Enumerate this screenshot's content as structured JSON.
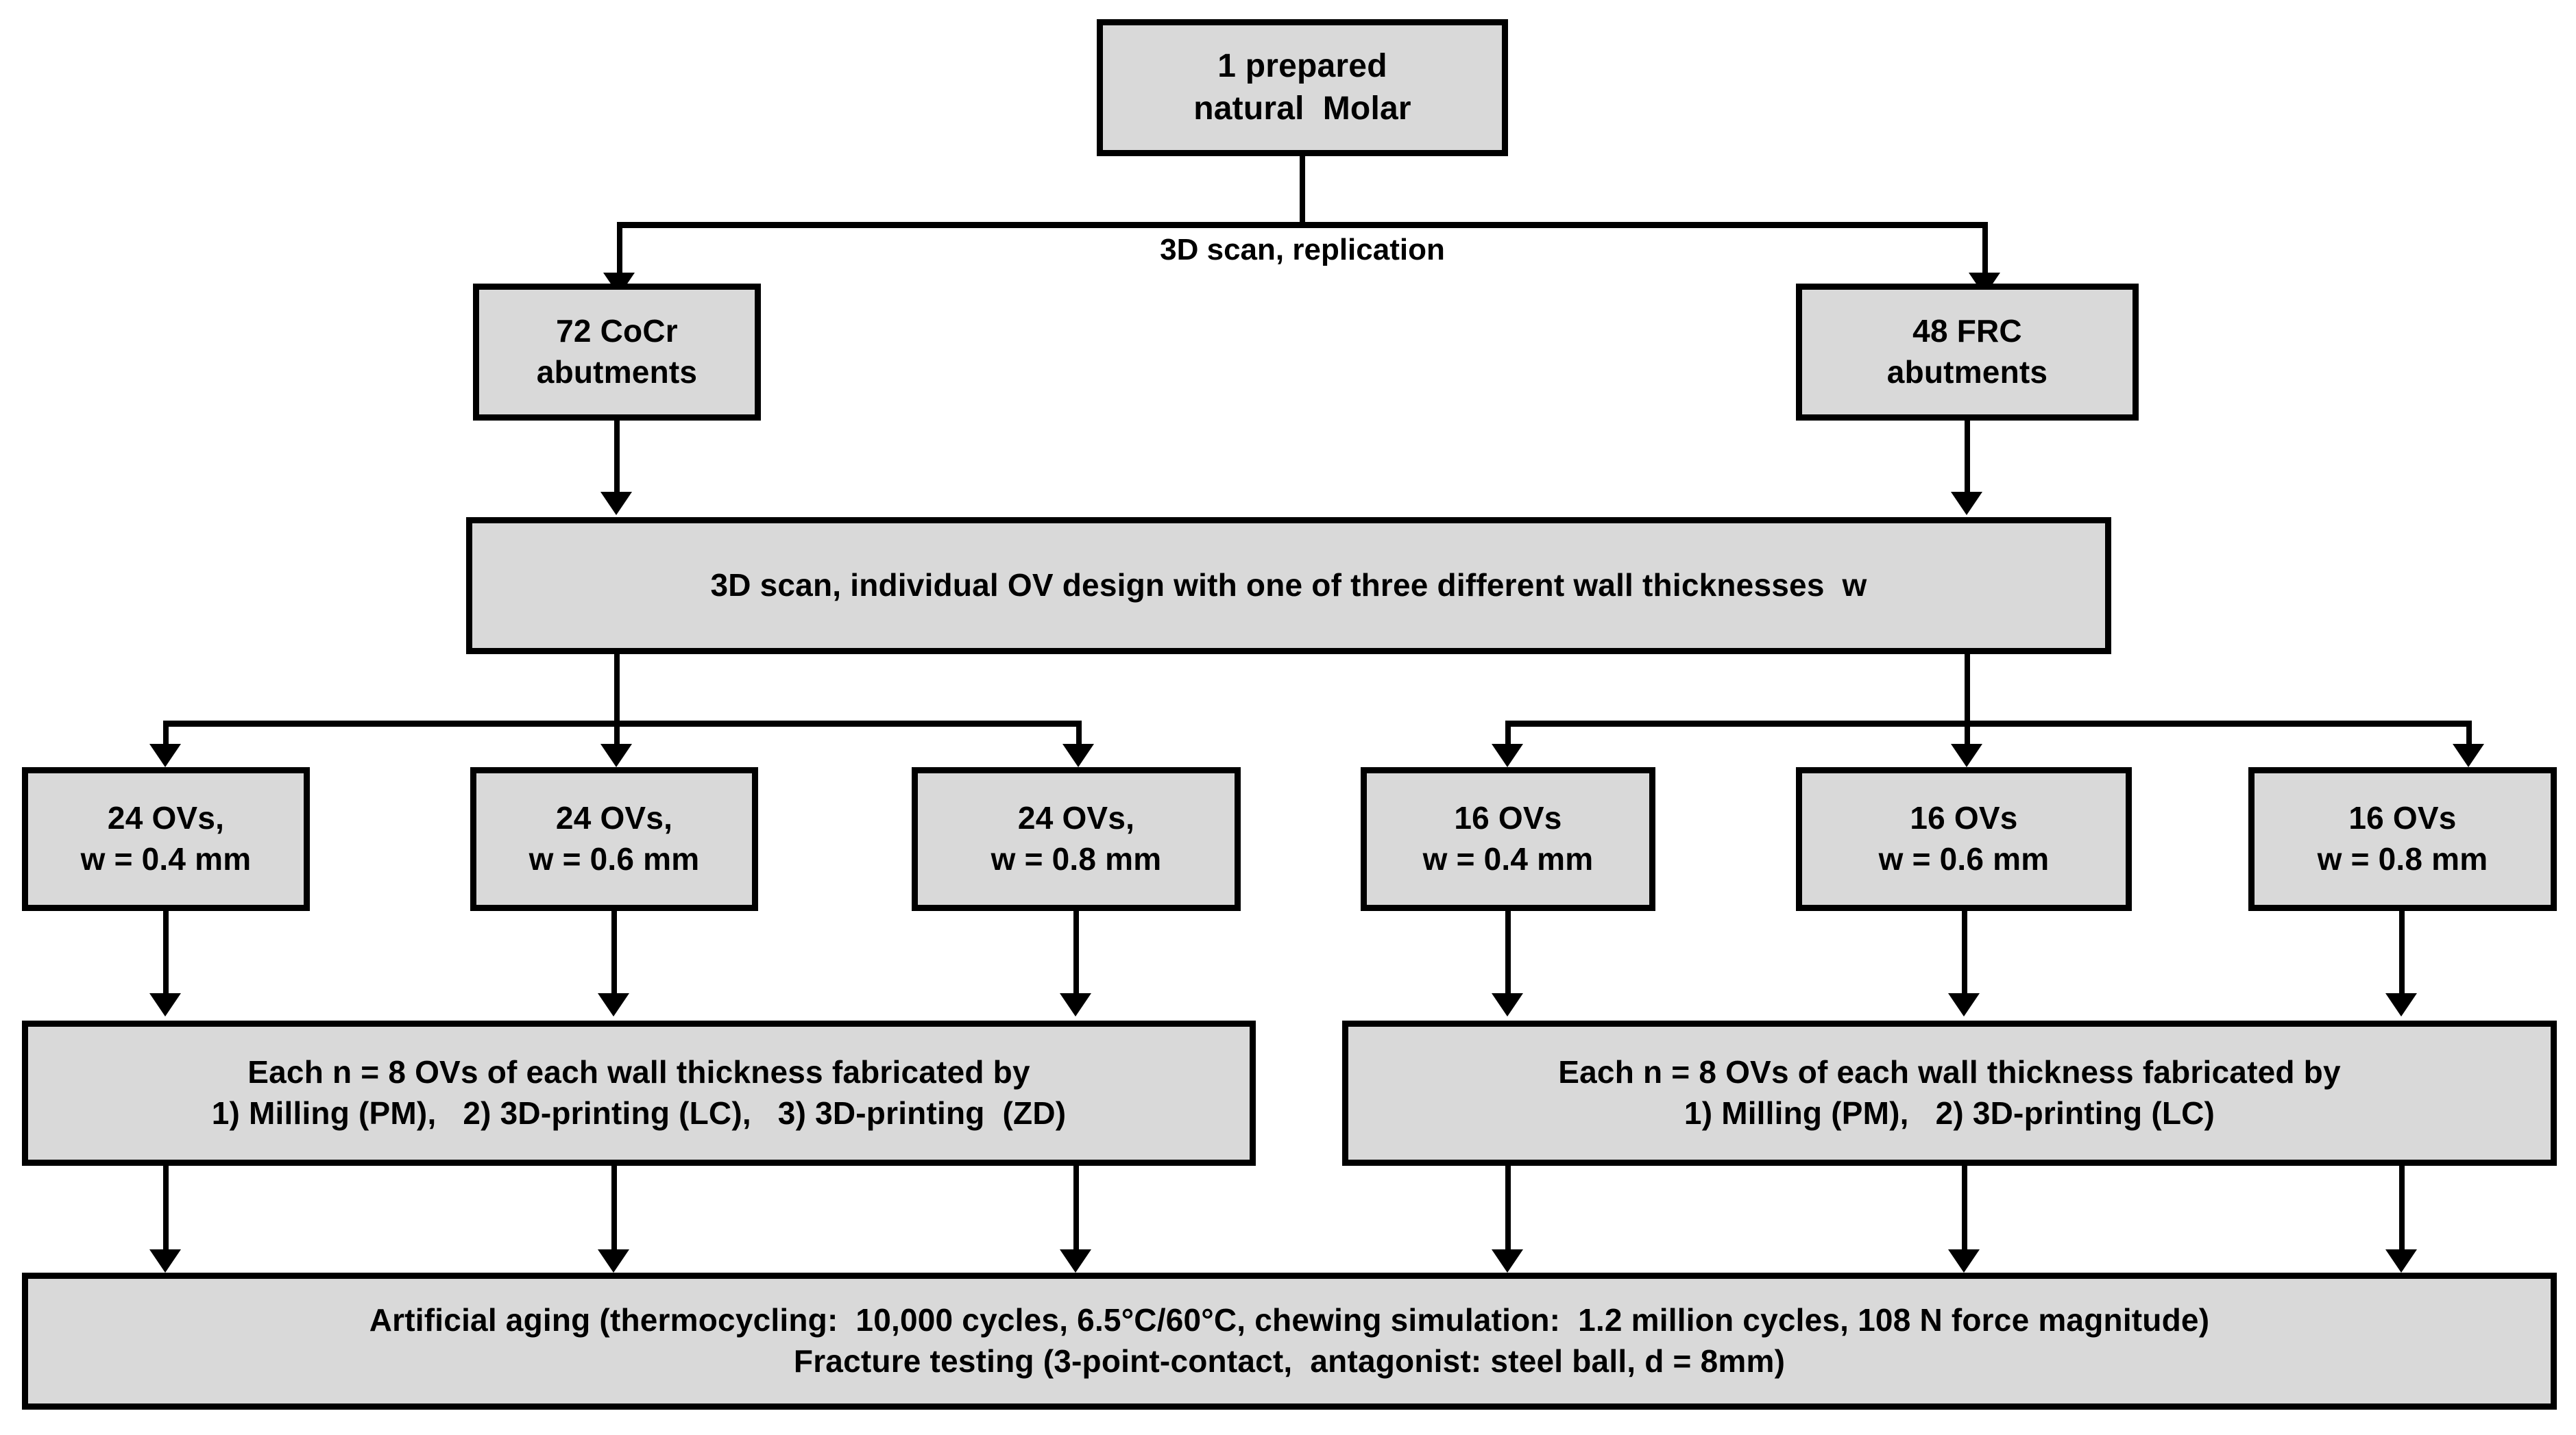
{
  "diagram": {
    "title_node": {
      "line1": "1 prepared",
      "line2": "natural  Molar"
    },
    "edge_labels": {
      "scan_replication": "3D scan, replication"
    },
    "abutments": {
      "cocr": {
        "line1": "72 CoCr",
        "line2": "abutments"
      },
      "frc": {
        "line1": "48 FRC",
        "line2": "abutments"
      }
    },
    "design_step": {
      "text": "3D scan, individual OV design with one of three different wall thicknesses  w"
    },
    "ov_groups_left": [
      {
        "line1": "24 OVs,",
        "line2": "w = 0.4 mm"
      },
      {
        "line1": "24 OVs,",
        "line2": "w = 0.6 mm"
      },
      {
        "line1": "24 OVs,",
        "line2": "w = 0.8 mm"
      }
    ],
    "ov_groups_right": [
      {
        "line1": "16 OVs",
        "line2": "w = 0.4 mm"
      },
      {
        "line1": "16 OVs",
        "line2": "w = 0.6 mm"
      },
      {
        "line1": "16 OVs",
        "line2": "w = 0.8 mm"
      }
    ],
    "fabrication_left": {
      "line1": "Each n = 8 OVs of each wall thickness fabricated by",
      "line2": "1) Milling (PM),   2) 3D-printing (LC),   3) 3D-printing  (ZD)"
    },
    "fabrication_right": {
      "line1": "Each n = 8 OVs of each wall thickness fabricated by",
      "line2": "1) Milling (PM),   2) 3D-printing (LC)"
    },
    "testing": {
      "line1": "Artificial aging (thermocycling:  10,000 cycles, 6.5°C/60°C, chewing simulation:  1.2 million cycles, 108 N force magnitude)",
      "line2": "Fracture testing (3-point-contact,  antagonist: steel ball, d = 8mm)"
    },
    "colors": {
      "box_fill": "#d9d9d9",
      "box_stroke": "#000000",
      "background": "#ffffff",
      "text": "#000000"
    }
  }
}
